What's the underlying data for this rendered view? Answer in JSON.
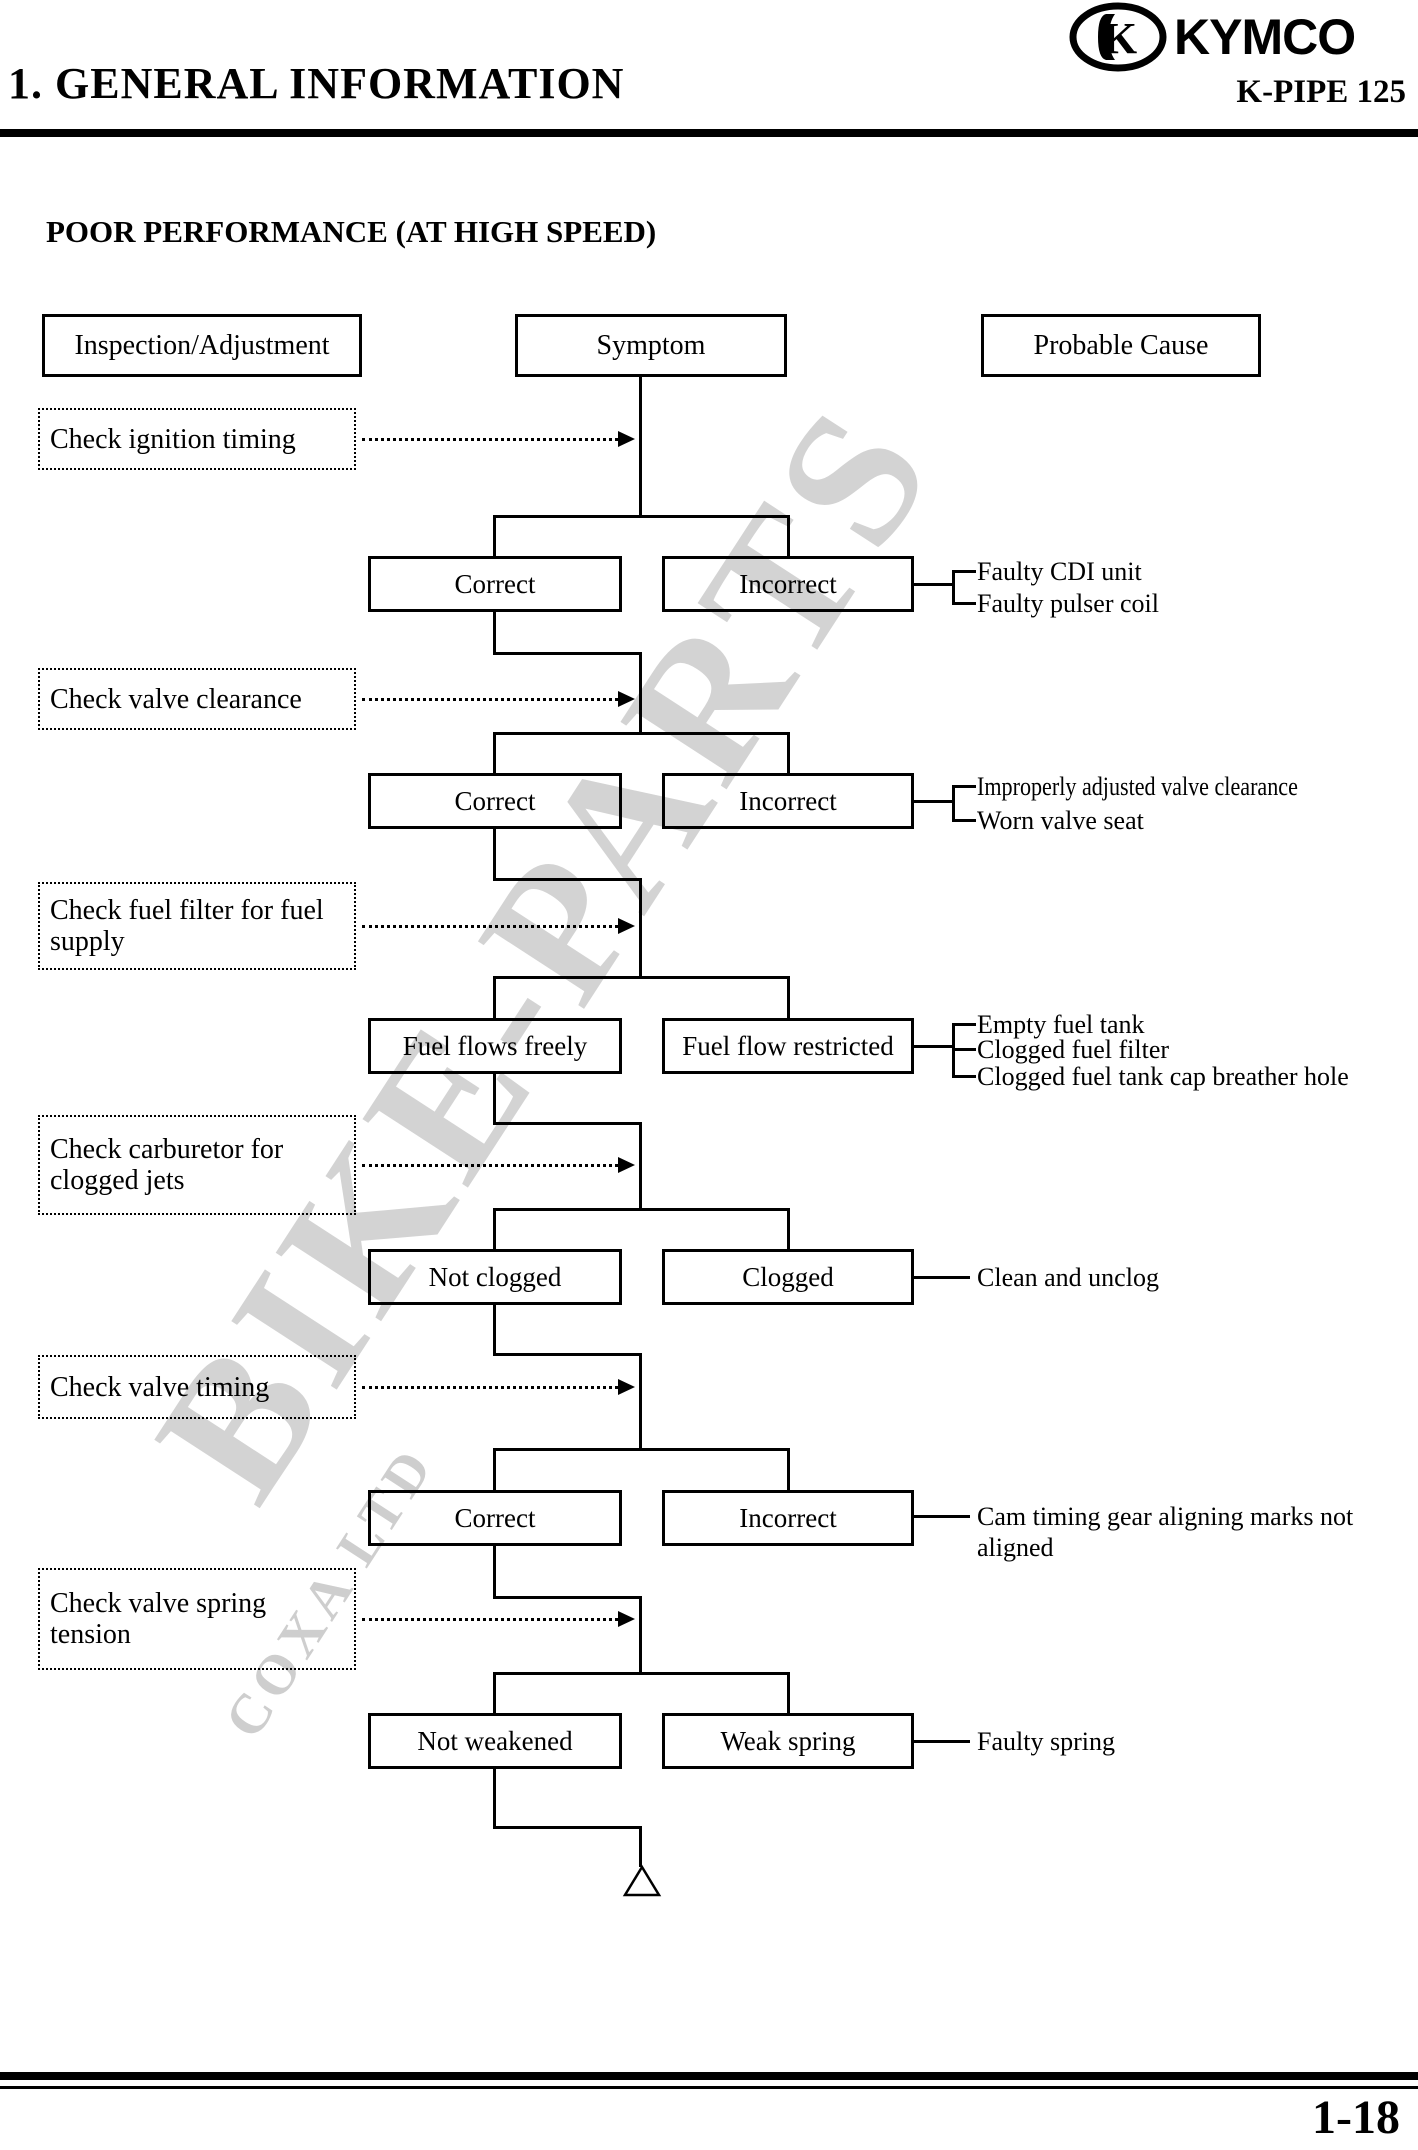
{
  "header": {
    "chapter_title": "1. GENERAL INFORMATION",
    "brand": "KYMCO",
    "model": "K-PIPE 125"
  },
  "section": {
    "title": "POOR PERFORMANCE (AT HIGH SPEED)"
  },
  "watermark": {
    "primary": "BIKE-PARTS",
    "secondary": "COXA LTD"
  },
  "flowchart": {
    "column_headers": [
      "Inspection/Adjustment",
      "Symptom",
      "Probable Cause"
    ],
    "steps": [
      {
        "inspection": "Check ignition timing",
        "pass": "Correct",
        "fail": "Incorrect",
        "causes": [
          "Faulty CDI unit",
          "Faulty pulser coil"
        ]
      },
      {
        "inspection": "Check valve clearance",
        "pass": "Correct",
        "fail": "Incorrect",
        "causes": [
          "Improperly adjusted valve clearance",
          "Worn valve seat"
        ]
      },
      {
        "inspection": "Check fuel filter for fuel supply",
        "pass": "Fuel flows freely",
        "fail": "Fuel flow restricted",
        "causes": [
          "Empty fuel tank",
          "Clogged fuel filter",
          "Clogged fuel tank cap breather hole"
        ]
      },
      {
        "inspection": "Check carburetor for clogged jets",
        "pass": "Not clogged",
        "fail": "Clogged",
        "causes": [
          "Clean and unclog"
        ]
      },
      {
        "inspection": "Check valve timing",
        "pass": "Correct",
        "fail": "Incorrect",
        "causes": [
          "Cam timing gear aligning marks not aligned"
        ]
      },
      {
        "inspection": "Check valve spring tension",
        "pass": "Not weakened",
        "fail": "Weak spring",
        "causes": [
          "Faulty spring"
        ]
      }
    ]
  },
  "footer": {
    "page_number": "1-18"
  },
  "colors": {
    "ink": "#000000",
    "paper": "#ffffff",
    "watermark_gray": "#c9c9c9"
  }
}
